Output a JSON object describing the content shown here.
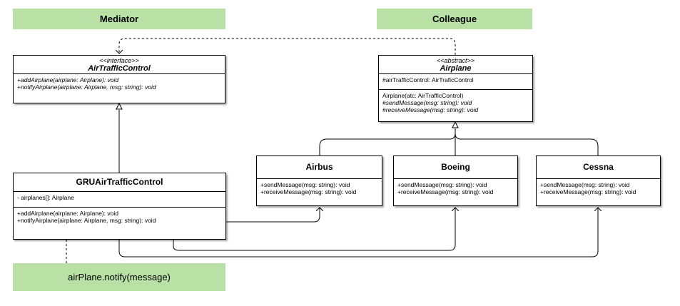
{
  "labels": {
    "mediator": "Mediator",
    "colleague": "Colleague",
    "note": "airPlane.notify(message)"
  },
  "interface_class": {
    "stereotype": "<<interface>>",
    "name": "AirTrafficControl",
    "methods": [
      "+addAirplane(airplane: Airplane): void",
      "+notifyAirplane(airplane: Airplane, msg: string): void"
    ]
  },
  "abstract_class": {
    "stereotype": "<<abstract>>",
    "name": "Airplane",
    "attributes": [
      "#airTrafficControl: AirTraficControl"
    ],
    "methods": [
      "Airplane(atc: AirTrafficControl)",
      "#sendMessage(msg: string): void",
      "#receiveMessage(msg: string): void"
    ]
  },
  "concrete_mediator": {
    "name": "GRUAirTrafficControl",
    "attributes": [
      "- airplanes[]: Airplane"
    ],
    "methods": [
      "+addAirplane(airplane: Airplane): void",
      "+notifyAirplane(airplane: Airplane, msg: string): void"
    ]
  },
  "airbus": {
    "name": "Airbus",
    "methods": [
      "+sendMessage(msg: string): void",
      "+receiveMessage(msg: string): void"
    ]
  },
  "boeing": {
    "name": "Boeing",
    "methods": [
      "+sendMessage(msg: string): void",
      "+receiveMessage(msg: string): void"
    ]
  },
  "cessna": {
    "name": "Cessna",
    "methods": [
      "+sendMessage(msg: string): void",
      "+receiveMessage(msg: string): void"
    ]
  },
  "colors": {
    "label_fill": "#b9e0a5",
    "line": "#000000"
  }
}
